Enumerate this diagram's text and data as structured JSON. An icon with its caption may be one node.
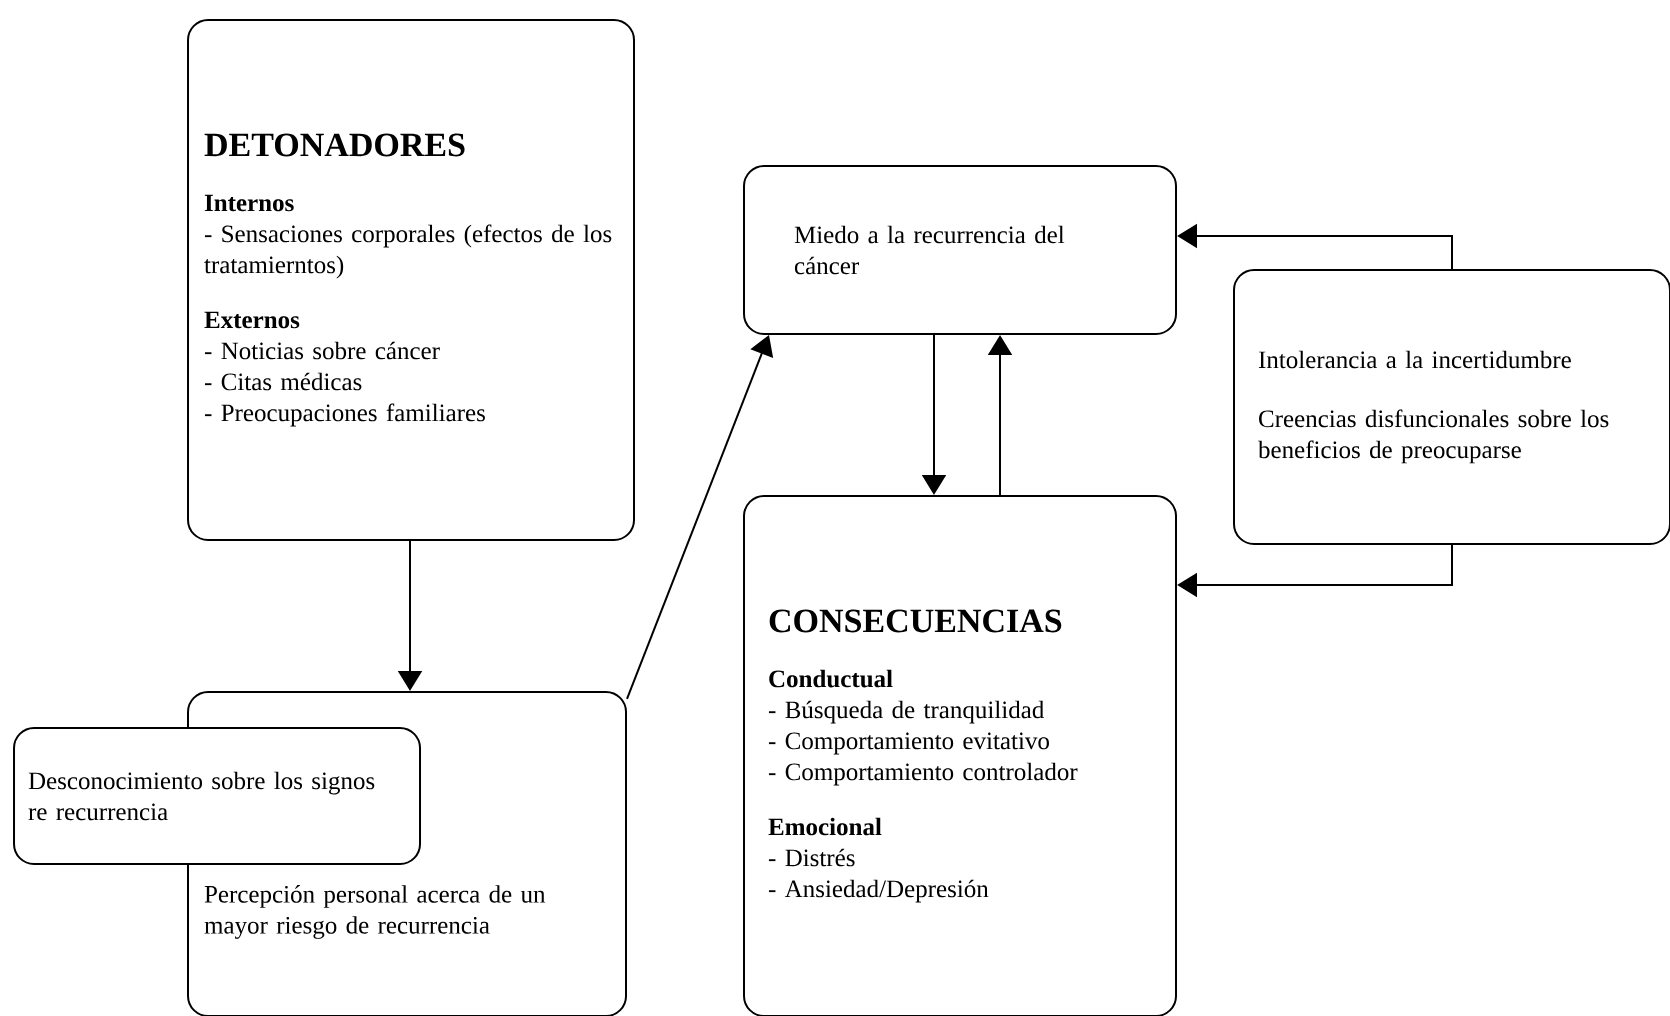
{
  "diagram": {
    "nodes": [
      {
        "text": [
          "DETONADORES",
          "Internos",
          "- Sensaciones corporales (efectos de los tratamierntos)",
          "Externos",
          "- Noticias sobre cáncer",
          "- Citas médicas",
          "- Preocupaciones familiares"
        ]
      },
      {
        "text": [
          "Percepción personal acerca de un mayor riesgo de recurrencia"
        ]
      },
      {
        "text": [
          "Desconocimiento sobre los signos re recurrencia"
        ]
      },
      {
        "text": [
          "Miedo a la recurrencia del cáncer"
        ]
      },
      {
        "text": [
          "Intolerancia a la incertidumbre",
          "Creencias disfuncionales sobre los beneficios de preocuparse"
        ]
      },
      {
        "text": [
          "CONSECUENCIAS",
          "Conductual",
          "- Búsqueda de tranquilidad",
          "- Comportamiento evitativo",
          "- Comportamiento controlador",
          "Emocional",
          "- Distrés",
          "- Ansiedad/Depresión"
        ]
      }
    ],
    "edges": [
      {
        "from": 0,
        "to": 1,
        "arrow": "to"
      },
      {
        "from": 1,
        "to": 3,
        "arrow": "to"
      },
      {
        "from": 3,
        "to": 5,
        "arrow": "to"
      },
      {
        "from": 5,
        "to": 3,
        "arrow": "to"
      },
      {
        "from": 4,
        "to": 3,
        "arrow": "to"
      },
      {
        "from": 4,
        "to": 5,
        "arrow": "to"
      }
    ]
  }
}
